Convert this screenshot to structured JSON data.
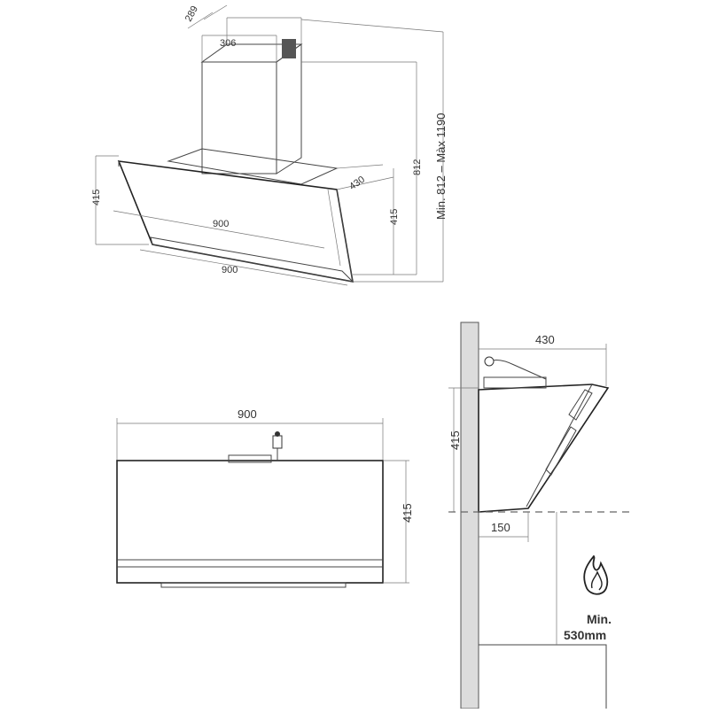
{
  "top_view": {
    "chimney_depth": "289",
    "chimney_width": "306",
    "hood_depth": "430",
    "height_range": "Min. 812 – Màx 1190",
    "height_min": "812",
    "panel_height_left": "415",
    "panel_height_right": "415",
    "panel_width": "900",
    "base_width": "900"
  },
  "front_view": {
    "width": "900",
    "height": "415"
  },
  "side_view": {
    "depth": "430",
    "height": "415",
    "bottom_offset": "150",
    "clearance_label": "Min.",
    "clearance_value": "530mm"
  },
  "icons": {
    "flame": "flame-icon"
  }
}
